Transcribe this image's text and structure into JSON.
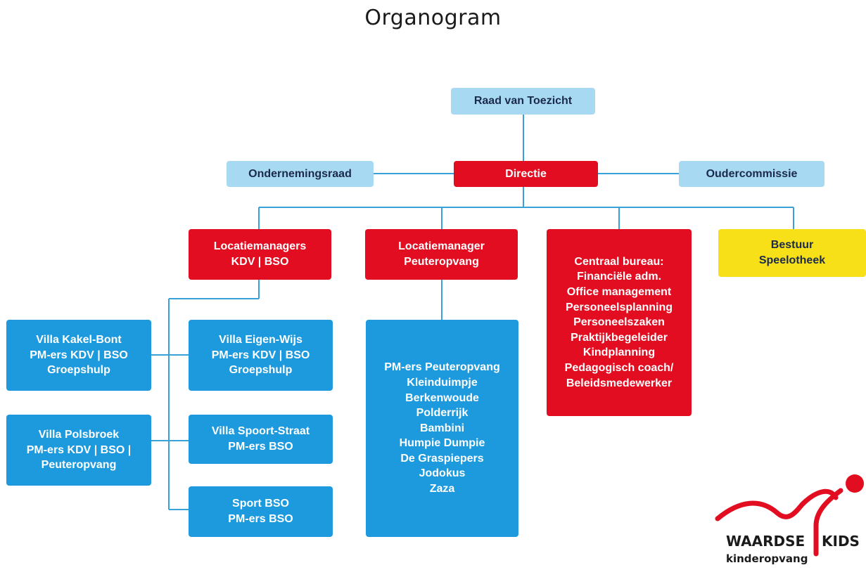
{
  "title": "Organogram",
  "nodes": {
    "raad": [
      "Raad van Toezicht"
    ],
    "ondernemingsraad": [
      "Ondernemingsraad"
    ],
    "directie": [
      "Directie"
    ],
    "oudercommissie": [
      "Oudercommissie"
    ],
    "locatiemanagers_kdv_bso": [
      "Locatiemanagers",
      "KDV | BSO"
    ],
    "locatiemanager_peuteropvang": [
      "Locatiemanager",
      "Peuteropvang"
    ],
    "centraal_bureau": [
      "Centraal bureau:",
      "Financiële adm.",
      "Office management",
      "Personeelsplanning",
      "Personeelszaken",
      "Praktijkbegeleider",
      "Kindplanning",
      "Pedagogisch coach/",
      "Beleidsmedewerker"
    ],
    "bestuur_speelotheek": [
      "Bestuur",
      "Speelotheek"
    ],
    "villa_kakel_bont": [
      "Villa Kakel-Bont",
      "PM-ers KDV | BSO",
      "Groepshulp"
    ],
    "villa_eigen_wijs": [
      "Villa Eigen-Wijs",
      "PM-ers KDV | BSO",
      "Groepshulp"
    ],
    "villa_polsbroek": [
      "Villa Polsbroek",
      "PM-ers KDV | BSO |",
      "Peuteropvang"
    ],
    "villa_spoort_straat": [
      "Villa Spoort-Straat",
      "PM-ers BSO"
    ],
    "sport_bso": [
      "Sport BSO",
      "PM-ers BSO"
    ],
    "peuteropvang_locaties": [
      "PM-ers Peuteropvang",
      "Kleinduimpje",
      "Berkenwoude",
      "Polderrijk",
      "Bambini",
      "Humpie Dumpie",
      "De Graspiepers",
      "Jodokus",
      "Zaza"
    ]
  },
  "logo": {
    "name": "WAARDSE",
    "name2": "KIDS",
    "tagline": "kinderopvang"
  },
  "colors": {
    "light_blue": "#a7d9f3",
    "red": "#e20d20",
    "yellow": "#f7e018",
    "blue": "#1d9ade",
    "line": "#3aa0d8"
  }
}
